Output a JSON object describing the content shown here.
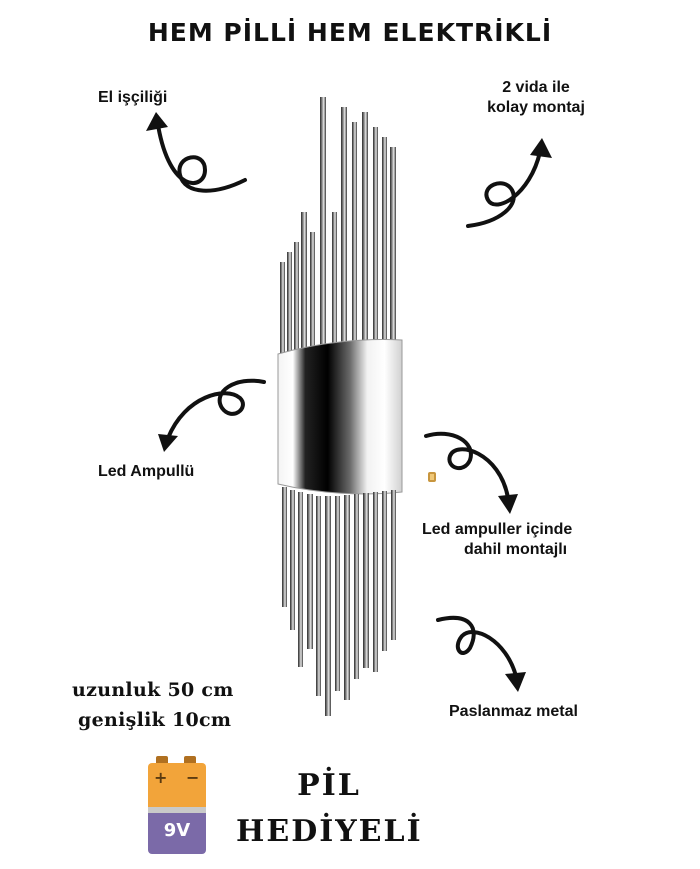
{
  "header": {
    "title": "HEM PİLLİ HEM ELEKTRİKLİ"
  },
  "features": {
    "craft": "El işçiliği",
    "mount_line1": "2 vida ile",
    "mount_line2": "kolay montaj",
    "led": "Led Ampullü",
    "bulbs_line1": "Led ampuller içinde",
    "bulbs_line2": "dahil montajlı",
    "metal": "Paslanmaz metal"
  },
  "dimensions": {
    "length": "uzunluk 50 cm",
    "width": "genişlik 10cm"
  },
  "gift": {
    "line1": "PİL",
    "line2": "HEDİYELİ"
  },
  "battery": {
    "label": "9V",
    "plus": "+",
    "minus": "−",
    "top_color": "#f2a43a",
    "bottom_color": "#7b6aa8"
  }
}
